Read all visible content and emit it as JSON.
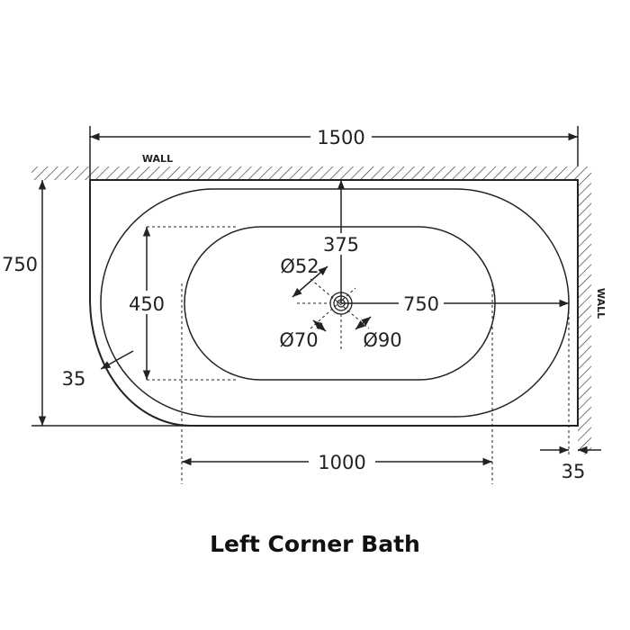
{
  "title": "Left Corner Bath",
  "labels": {
    "wall_top": "WALL",
    "wall_right": "WALL",
    "length": "1500",
    "width": "750",
    "inner_width": "450",
    "waste_from_wall": "375",
    "waste_from_end": "750",
    "inner_length": "1000",
    "rim_left": "35",
    "rim_right": "35",
    "dia_52": "Ø52",
    "dia_70": "Ø70",
    "dia_90": "Ø90"
  },
  "colors": {
    "line": "#222222"
  }
}
